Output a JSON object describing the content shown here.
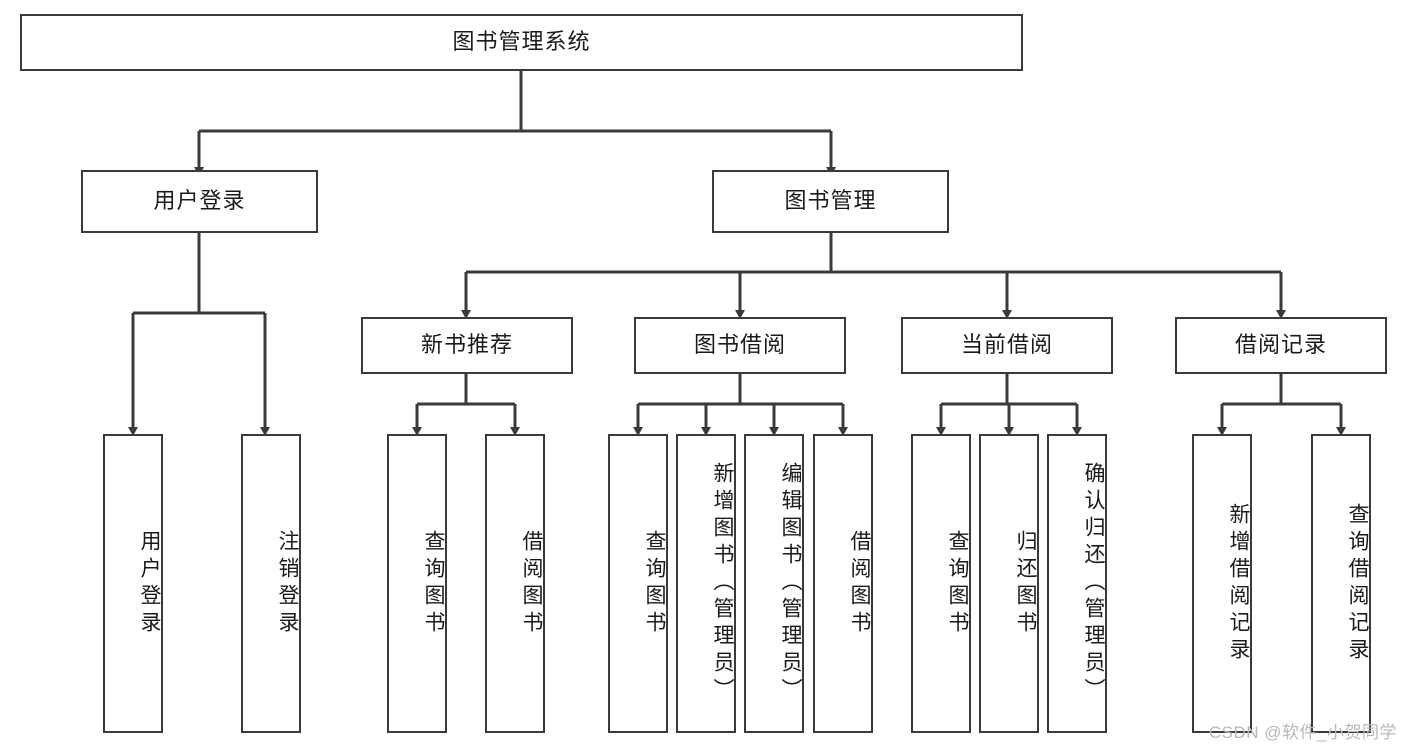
{
  "diagram": {
    "type": "tree",
    "title_node": "图书管理系统",
    "watermark": "CSDN @软件_小贺同学",
    "colors": {
      "stroke": "#3a3a3a",
      "box_fill": "#ffffff",
      "text": "#1a1a1a",
      "watermark": "#b8b8b8",
      "background": "#ffffff"
    },
    "nodes": {
      "root": {
        "label": "图书管理系统",
        "orientation": "horizontal"
      },
      "level2": [
        {
          "id": "user-login",
          "label": "用户登录",
          "orientation": "horizontal"
        },
        {
          "id": "book-manage",
          "label": "图书管理",
          "orientation": "horizontal"
        }
      ],
      "level3": [
        {
          "id": "new-book-rec",
          "label": "新书推荐",
          "orientation": "horizontal"
        },
        {
          "id": "book-borrow",
          "label": "图书借阅",
          "orientation": "horizontal"
        },
        {
          "id": "current-borrow",
          "label": "当前借阅",
          "orientation": "horizontal"
        },
        {
          "id": "borrow-record",
          "label": "借阅记录",
          "orientation": "horizontal"
        }
      ],
      "leaves": [
        {
          "id": "leaf-user-login",
          "label": "用户登录",
          "orientation": "vertical",
          "parent": "user-login"
        },
        {
          "id": "leaf-logout",
          "label": "注销登录",
          "orientation": "vertical",
          "parent": "user-login"
        },
        {
          "id": "leaf-query-book-1",
          "label": "查询图书",
          "orientation": "vertical",
          "parent": "new-book-rec"
        },
        {
          "id": "leaf-borrow-book-1",
          "label": "借阅图书",
          "orientation": "vertical",
          "parent": "new-book-rec"
        },
        {
          "id": "leaf-query-book-2",
          "label": "查询图书",
          "orientation": "vertical",
          "parent": "book-borrow"
        },
        {
          "id": "leaf-add-book",
          "label": "新增图书（管理员）",
          "orientation": "vertical",
          "parent": "book-borrow"
        },
        {
          "id": "leaf-edit-book",
          "label": "编辑图书（管理员）",
          "orientation": "vertical",
          "parent": "book-borrow"
        },
        {
          "id": "leaf-borrow-book-2",
          "label": "借阅图书",
          "orientation": "vertical",
          "parent": "book-borrow"
        },
        {
          "id": "leaf-query-book-3",
          "label": "查询图书",
          "orientation": "vertical",
          "parent": "current-borrow"
        },
        {
          "id": "leaf-return-book",
          "label": "归还图书",
          "orientation": "vertical",
          "parent": "current-borrow"
        },
        {
          "id": "leaf-confirm-return",
          "label": "确认归还（管理员）",
          "orientation": "vertical",
          "parent": "current-borrow"
        },
        {
          "id": "leaf-add-record",
          "label": "新增借阅记录",
          "orientation": "vertical",
          "parent": "borrow-record"
        },
        {
          "id": "leaf-query-record",
          "label": "查询借阅记录",
          "orientation": "vertical",
          "parent": "borrow-record"
        }
      ]
    }
  }
}
